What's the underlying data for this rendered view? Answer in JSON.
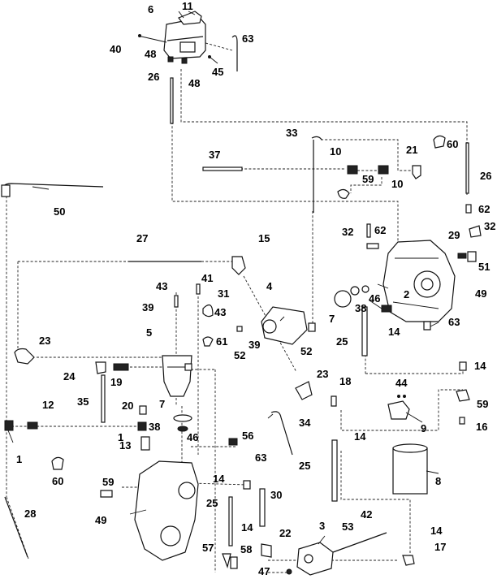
{
  "callouts": [
    {
      "id": "c1",
      "text": "1"
    },
    {
      "id": "c1b",
      "text": "1"
    },
    {
      "id": "c2",
      "text": "2"
    },
    {
      "id": "c3",
      "text": "3"
    },
    {
      "id": "c4",
      "text": "4"
    },
    {
      "id": "c5",
      "text": "5"
    },
    {
      "id": "c6",
      "text": "6"
    },
    {
      "id": "c7",
      "text": "7"
    },
    {
      "id": "c7b",
      "text": "7"
    },
    {
      "id": "c8",
      "text": "8"
    },
    {
      "id": "c9",
      "text": "9"
    },
    {
      "id": "c10",
      "text": "10"
    },
    {
      "id": "c10b",
      "text": "10"
    },
    {
      "id": "c11",
      "text": "11"
    },
    {
      "id": "c12",
      "text": "12"
    },
    {
      "id": "c13",
      "text": "13"
    },
    {
      "id": "c14",
      "text": "14"
    },
    {
      "id": "c14b",
      "text": "14"
    },
    {
      "id": "c14c",
      "text": "14"
    },
    {
      "id": "c14d",
      "text": "14"
    },
    {
      "id": "c14e",
      "text": "14"
    },
    {
      "id": "c14f",
      "text": "14"
    },
    {
      "id": "c14g",
      "text": "14"
    },
    {
      "id": "c15",
      "text": "15"
    },
    {
      "id": "c16",
      "text": "16"
    },
    {
      "id": "c17",
      "text": "17"
    },
    {
      "id": "c18",
      "text": "18"
    },
    {
      "id": "c19",
      "text": "19"
    },
    {
      "id": "c20",
      "text": "20"
    },
    {
      "id": "c21",
      "text": "21"
    },
    {
      "id": "c22",
      "text": "22"
    },
    {
      "id": "c23",
      "text": "23"
    },
    {
      "id": "c23b",
      "text": "23"
    },
    {
      "id": "c24",
      "text": "24"
    },
    {
      "id": "c25",
      "text": "25"
    },
    {
      "id": "c25b",
      "text": "25"
    },
    {
      "id": "c25c",
      "text": "25"
    },
    {
      "id": "c26",
      "text": "26"
    },
    {
      "id": "c26b",
      "text": "26"
    },
    {
      "id": "c27",
      "text": "27"
    },
    {
      "id": "c28",
      "text": "28"
    },
    {
      "id": "c29",
      "text": "29"
    },
    {
      "id": "c30",
      "text": "30"
    },
    {
      "id": "c31",
      "text": "31"
    },
    {
      "id": "c32",
      "text": "32"
    },
    {
      "id": "c32b",
      "text": "32"
    },
    {
      "id": "c33",
      "text": "33"
    },
    {
      "id": "c34",
      "text": "34"
    },
    {
      "id": "c35",
      "text": "35"
    },
    {
      "id": "c37",
      "text": "37"
    },
    {
      "id": "c38",
      "text": "38"
    },
    {
      "id": "c38b",
      "text": "38"
    },
    {
      "id": "c39",
      "text": "39"
    },
    {
      "id": "c39b",
      "text": "39"
    },
    {
      "id": "c40",
      "text": "40"
    },
    {
      "id": "c41",
      "text": "41"
    },
    {
      "id": "c42",
      "text": "42"
    },
    {
      "id": "c43",
      "text": "43"
    },
    {
      "id": "c43b",
      "text": "43"
    },
    {
      "id": "c44",
      "text": "44"
    },
    {
      "id": "c45",
      "text": "45"
    },
    {
      "id": "c46",
      "text": "46"
    },
    {
      "id": "c46b",
      "text": "46"
    },
    {
      "id": "c47",
      "text": "47"
    },
    {
      "id": "c48",
      "text": "48"
    },
    {
      "id": "c48b",
      "text": "48"
    },
    {
      "id": "c49",
      "text": "49"
    },
    {
      "id": "c49b",
      "text": "49"
    },
    {
      "id": "c50",
      "text": "50"
    },
    {
      "id": "c51",
      "text": "51"
    },
    {
      "id": "c52",
      "text": "52"
    },
    {
      "id": "c52b",
      "text": "52"
    },
    {
      "id": "c53",
      "text": "53"
    },
    {
      "id": "c56",
      "text": "56"
    },
    {
      "id": "c57",
      "text": "57"
    },
    {
      "id": "c58",
      "text": "58"
    },
    {
      "id": "c59",
      "text": "59"
    },
    {
      "id": "c59b",
      "text": "59"
    },
    {
      "id": "c59c",
      "text": "59"
    },
    {
      "id": "c60",
      "text": "60"
    },
    {
      "id": "c60b",
      "text": "60"
    },
    {
      "id": "c61",
      "text": "61"
    },
    {
      "id": "c62",
      "text": "62"
    },
    {
      "id": "c62b",
      "text": "62"
    },
    {
      "id": "c63",
      "text": "63"
    },
    {
      "id": "c63b",
      "text": "63"
    },
    {
      "id": "c63c",
      "text": "63"
    }
  ]
}
